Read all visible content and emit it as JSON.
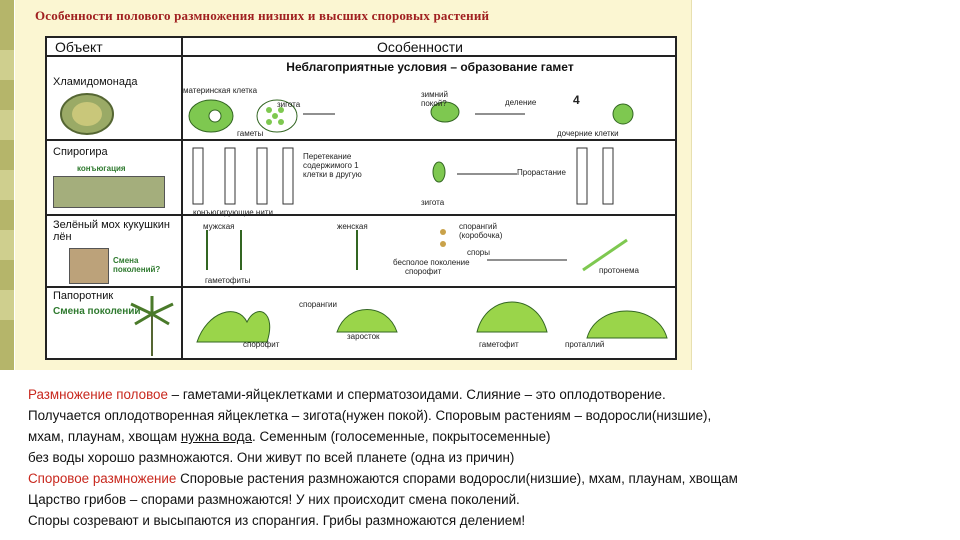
{
  "figure": {
    "title": "Особенности полового размножения низших и высших споровых растений",
    "table": {
      "col_object": "Объект",
      "col_features": "Особенности",
      "row_header": "Неблагоприятные условия – образование гамет",
      "rows": [
        {
          "name": "Хламидомонада",
          "labels": [
            "материнская клетка",
            "зигота",
            "зимний покой?",
            "деление",
            "4",
            "гаметы",
            "дочерние клетки"
          ]
        },
        {
          "name": "Спирогира",
          "labels": [
            "конъюгация",
            "Перетекание содержимого 1 клетки в другую",
            "зигота",
            "Прорастание",
            "конъюгирующие нити"
          ]
        },
        {
          "name": "Зелёный мох кукушкин лён",
          "labels": [
            "Смена поколений?",
            "мужская",
            "женская",
            "спорангий (коробочка)",
            "споры",
            "бесполое поколение",
            "спорофит",
            "гаметофиты",
            "протонема"
          ]
        },
        {
          "name": "Папоротник",
          "labels": [
            "Смена поколений",
            "спорангии",
            "спорофит",
            "заросток",
            "гаметофит",
            "проталлий"
          ]
        }
      ]
    }
  },
  "caption": {
    "l1_red": "Размножение половое",
    "l1_rest": " – гаметами-яйцеклетками и сперматозоидами. Слияние – это оплодотворение.",
    "l2": "Получается оплодотворенная яйцеклетка – зигота(нужен покой). Споровым растениям – водоросли(низшие),",
    "l3_a": "мхам, плаунам, хвощам ",
    "l3_u": "нужна вода",
    "l3_b": ". Семенным (голосеменные, покрытосеменные)",
    "l4": "без воды хорошо размножаются. Они живут по всей планете (одна из причин)",
    "l5_red": " Споровое размножение",
    "l5_rest": " Споровые растения  размножаются  спорами водоросли(низшие), мхам, плаунам, хвощам",
    "l6": "Царство грибов – спорами размножаются!  У них происходит смена поколений.",
    "l7": "Споры созревают и высыпаются из спорангия. Грибы размножаются делением!"
  },
  "colors": {
    "accent_red": "#c8281e",
    "bar": "#b5b56a",
    "figure_bg": "#fbf6d2",
    "cell_green": "#7ec850"
  }
}
